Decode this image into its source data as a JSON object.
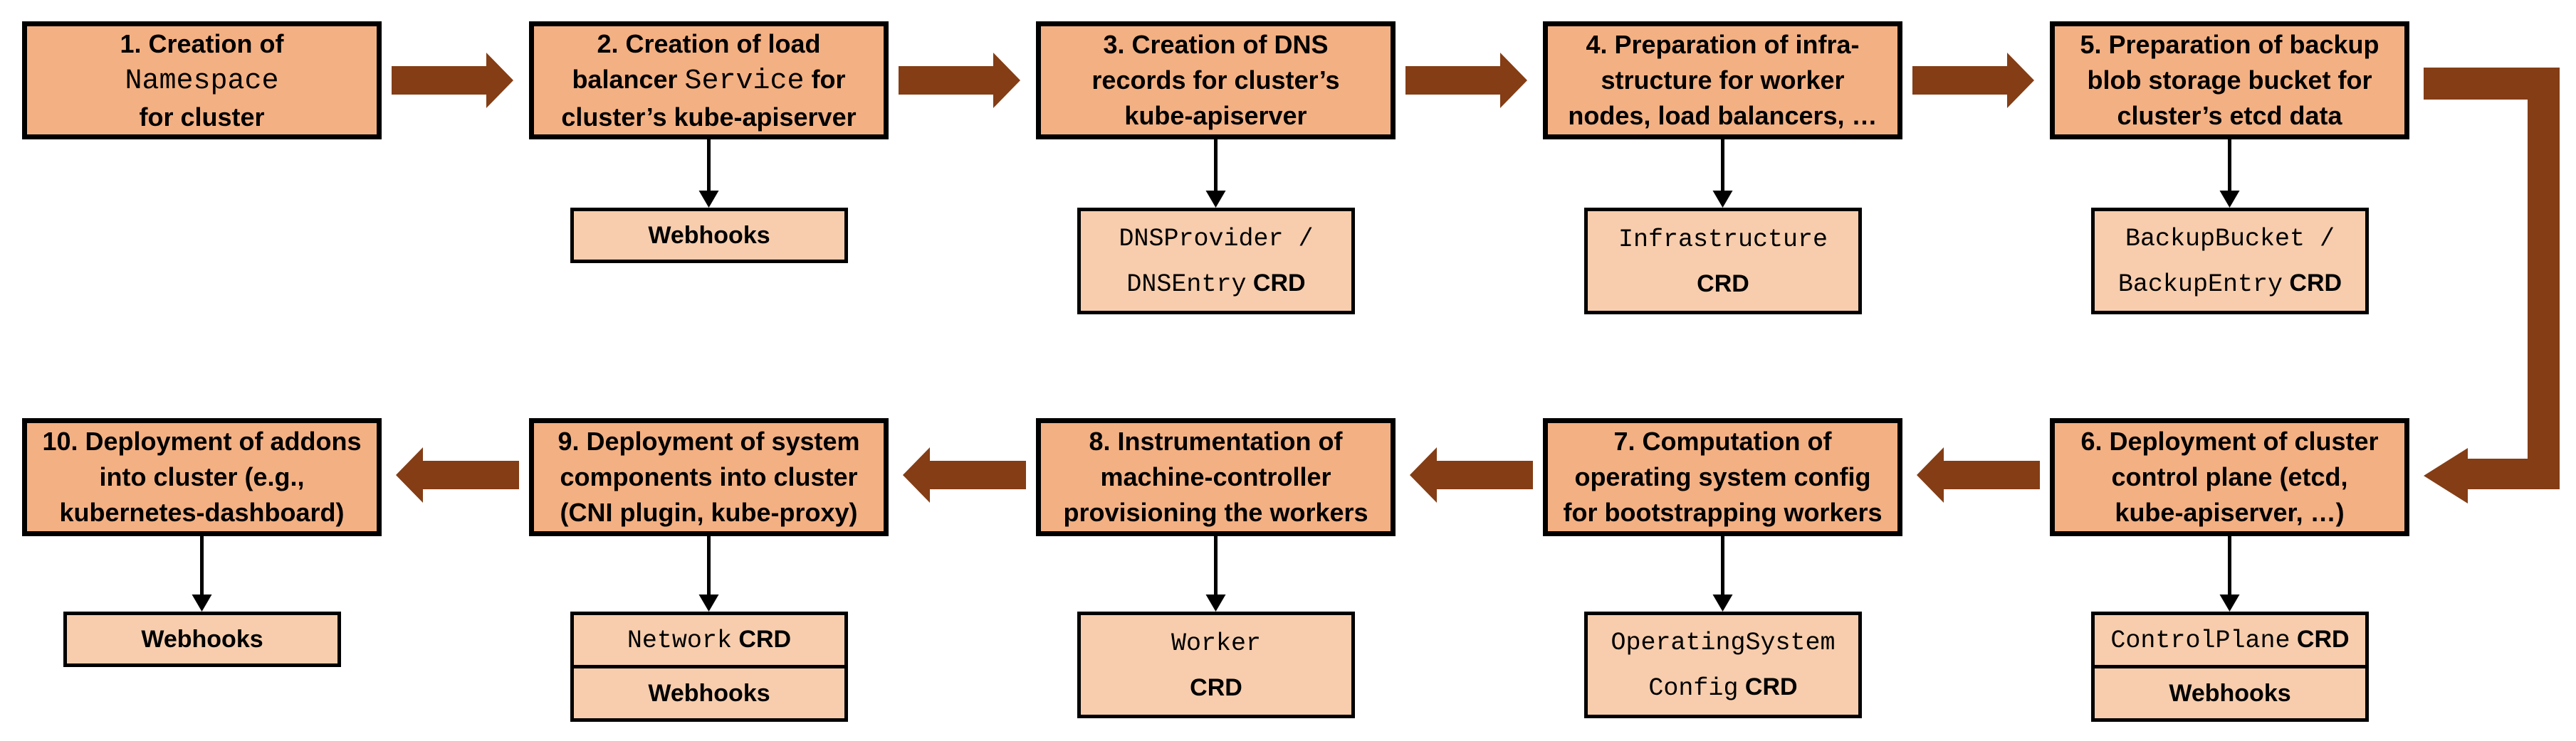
{
  "colors": {
    "step_fill": "#F3B083",
    "sub_fill": "#F7CDAD",
    "box_border": "#000000",
    "flow_arrow": "#843D15",
    "connector_arrow": "#000000",
    "background": "#FFFFFF"
  },
  "edges": [
    "1→2",
    "2→3",
    "3→4",
    "4→5",
    "5→6",
    "6→7",
    "7→8",
    "8→9",
    "9→10"
  ],
  "steps": [
    {
      "id": "1",
      "lines": [
        [
          {
            "t": "1. Creation of",
            "s": "sans"
          }
        ],
        [
          {
            "t": "Namespace",
            "s": "mono"
          }
        ],
        [
          {
            "t": "for cluster",
            "s": "sans"
          }
        ]
      ],
      "subs": []
    },
    {
      "id": "2",
      "lines": [
        [
          {
            "t": "2. Creation of load",
            "s": "sans"
          }
        ],
        [
          {
            "t": "balancer ",
            "s": "sans"
          },
          {
            "t": "Service",
            "s": "mono"
          },
          {
            "t": " for",
            "s": "sans"
          }
        ],
        [
          {
            "t": "cluster’s kube-apiserver",
            "s": "sans"
          }
        ]
      ],
      "subs": [
        {
          "cells": [
            {
              "lines": [
                [
                  {
                    "t": "Webhooks",
                    "s": "bold"
                  }
                ]
              ]
            }
          ]
        }
      ]
    },
    {
      "id": "3",
      "lines": [
        [
          {
            "t": "3. Creation of DNS",
            "s": "sans"
          }
        ],
        [
          {
            "t": "records for cluster’s",
            "s": "sans"
          }
        ],
        [
          {
            "t": "kube-apiserver",
            "s": "sans"
          }
        ]
      ],
      "subs": [
        {
          "cells": [
            {
              "lines": [
                [
                  {
                    "t": "DNSProvider /",
                    "s": "mono"
                  }
                ],
                [
                  {
                    "t": "DNSEntry",
                    "s": "mono"
                  },
                  {
                    "t": " CRD",
                    "s": "bold"
                  }
                ]
              ]
            }
          ]
        }
      ]
    },
    {
      "id": "4",
      "lines": [
        [
          {
            "t": "4. Preparation of infra-",
            "s": "sans"
          }
        ],
        [
          {
            "t": "structure for worker",
            "s": "sans"
          }
        ],
        [
          {
            "t": "nodes, load balancers, …",
            "s": "sans"
          }
        ]
      ],
      "subs": [
        {
          "cells": [
            {
              "lines": [
                [
                  {
                    "t": "Infrastructure",
                    "s": "mono"
                  }
                ],
                [
                  {
                    "t": "CRD",
                    "s": "bold"
                  }
                ]
              ]
            }
          ]
        }
      ]
    },
    {
      "id": "5",
      "lines": [
        [
          {
            "t": "5. Preparation of backup",
            "s": "sans"
          }
        ],
        [
          {
            "t": "blob storage bucket for",
            "s": "sans"
          }
        ],
        [
          {
            "t": "cluster’s etcd data",
            "s": "sans"
          }
        ]
      ],
      "subs": [
        {
          "cells": [
            {
              "lines": [
                [
                  {
                    "t": "BackupBucket /",
                    "s": "mono"
                  }
                ],
                [
                  {
                    "t": "BackupEntry",
                    "s": "mono"
                  },
                  {
                    "t": " CRD",
                    "s": "bold"
                  }
                ]
              ]
            }
          ]
        }
      ]
    },
    {
      "id": "6",
      "lines": [
        [
          {
            "t": "6. Deployment of cluster",
            "s": "sans"
          }
        ],
        [
          {
            "t": "control plane (etcd,",
            "s": "sans"
          }
        ],
        [
          {
            "t": "kube-apiserver, …)",
            "s": "sans"
          }
        ]
      ],
      "subs": [
        {
          "cells": [
            {
              "lines": [
                [
                  {
                    "t": "ControlPlane",
                    "s": "mono"
                  },
                  {
                    "t": " CRD",
                    "s": "bold"
                  }
                ]
              ]
            },
            {
              "lines": [
                [
                  {
                    "t": "Webhooks",
                    "s": "bold"
                  }
                ]
              ]
            }
          ]
        }
      ]
    },
    {
      "id": "7",
      "lines": [
        [
          {
            "t": "7. Computation of",
            "s": "sans"
          }
        ],
        [
          {
            "t": "operating system config",
            "s": "sans"
          }
        ],
        [
          {
            "t": "for bootstrapping workers",
            "s": "sans"
          }
        ]
      ],
      "subs": [
        {
          "cells": [
            {
              "lines": [
                [
                  {
                    "t": "OperatingSystem",
                    "s": "mono"
                  }
                ],
                [
                  {
                    "t": "Config",
                    "s": "mono"
                  },
                  {
                    "t": " CRD",
                    "s": "bold"
                  }
                ]
              ]
            }
          ]
        }
      ]
    },
    {
      "id": "8",
      "lines": [
        [
          {
            "t": "8. Instrumentation of",
            "s": "sans"
          }
        ],
        [
          {
            "t": "machine-controller",
            "s": "sans"
          }
        ],
        [
          {
            "t": "provisioning the workers",
            "s": "sans"
          }
        ]
      ],
      "subs": [
        {
          "cells": [
            {
              "lines": [
                [
                  {
                    "t": "Worker",
                    "s": "mono"
                  }
                ],
                [
                  {
                    "t": "CRD",
                    "s": "bold"
                  }
                ]
              ]
            }
          ]
        }
      ]
    },
    {
      "id": "9",
      "lines": [
        [
          {
            "t": "9. Deployment of system",
            "s": "sans"
          }
        ],
        [
          {
            "t": "components into cluster",
            "s": "sans"
          }
        ],
        [
          {
            "t": "(CNI plugin, kube-proxy)",
            "s": "sans"
          }
        ]
      ],
      "subs": [
        {
          "cells": [
            {
              "lines": [
                [
                  {
                    "t": "Network",
                    "s": "mono"
                  },
                  {
                    "t": " CRD",
                    "s": "bold"
                  }
                ]
              ]
            },
            {
              "lines": [
                [
                  {
                    "t": "Webhooks",
                    "s": "bold"
                  }
                ]
              ]
            }
          ]
        }
      ]
    },
    {
      "id": "10",
      "lines": [
        [
          {
            "t": "10. Deployment of addons",
            "s": "sans"
          }
        ],
        [
          {
            "t": "into cluster (e.g.,",
            "s": "sans"
          }
        ],
        [
          {
            "t": "kubernetes-dashboard)",
            "s": "sans"
          }
        ]
      ],
      "subs": [
        {
          "cells": [
            {
              "lines": [
                [
                  {
                    "t": "Webhooks",
                    "s": "bold"
                  }
                ]
              ]
            }
          ]
        }
      ]
    }
  ]
}
